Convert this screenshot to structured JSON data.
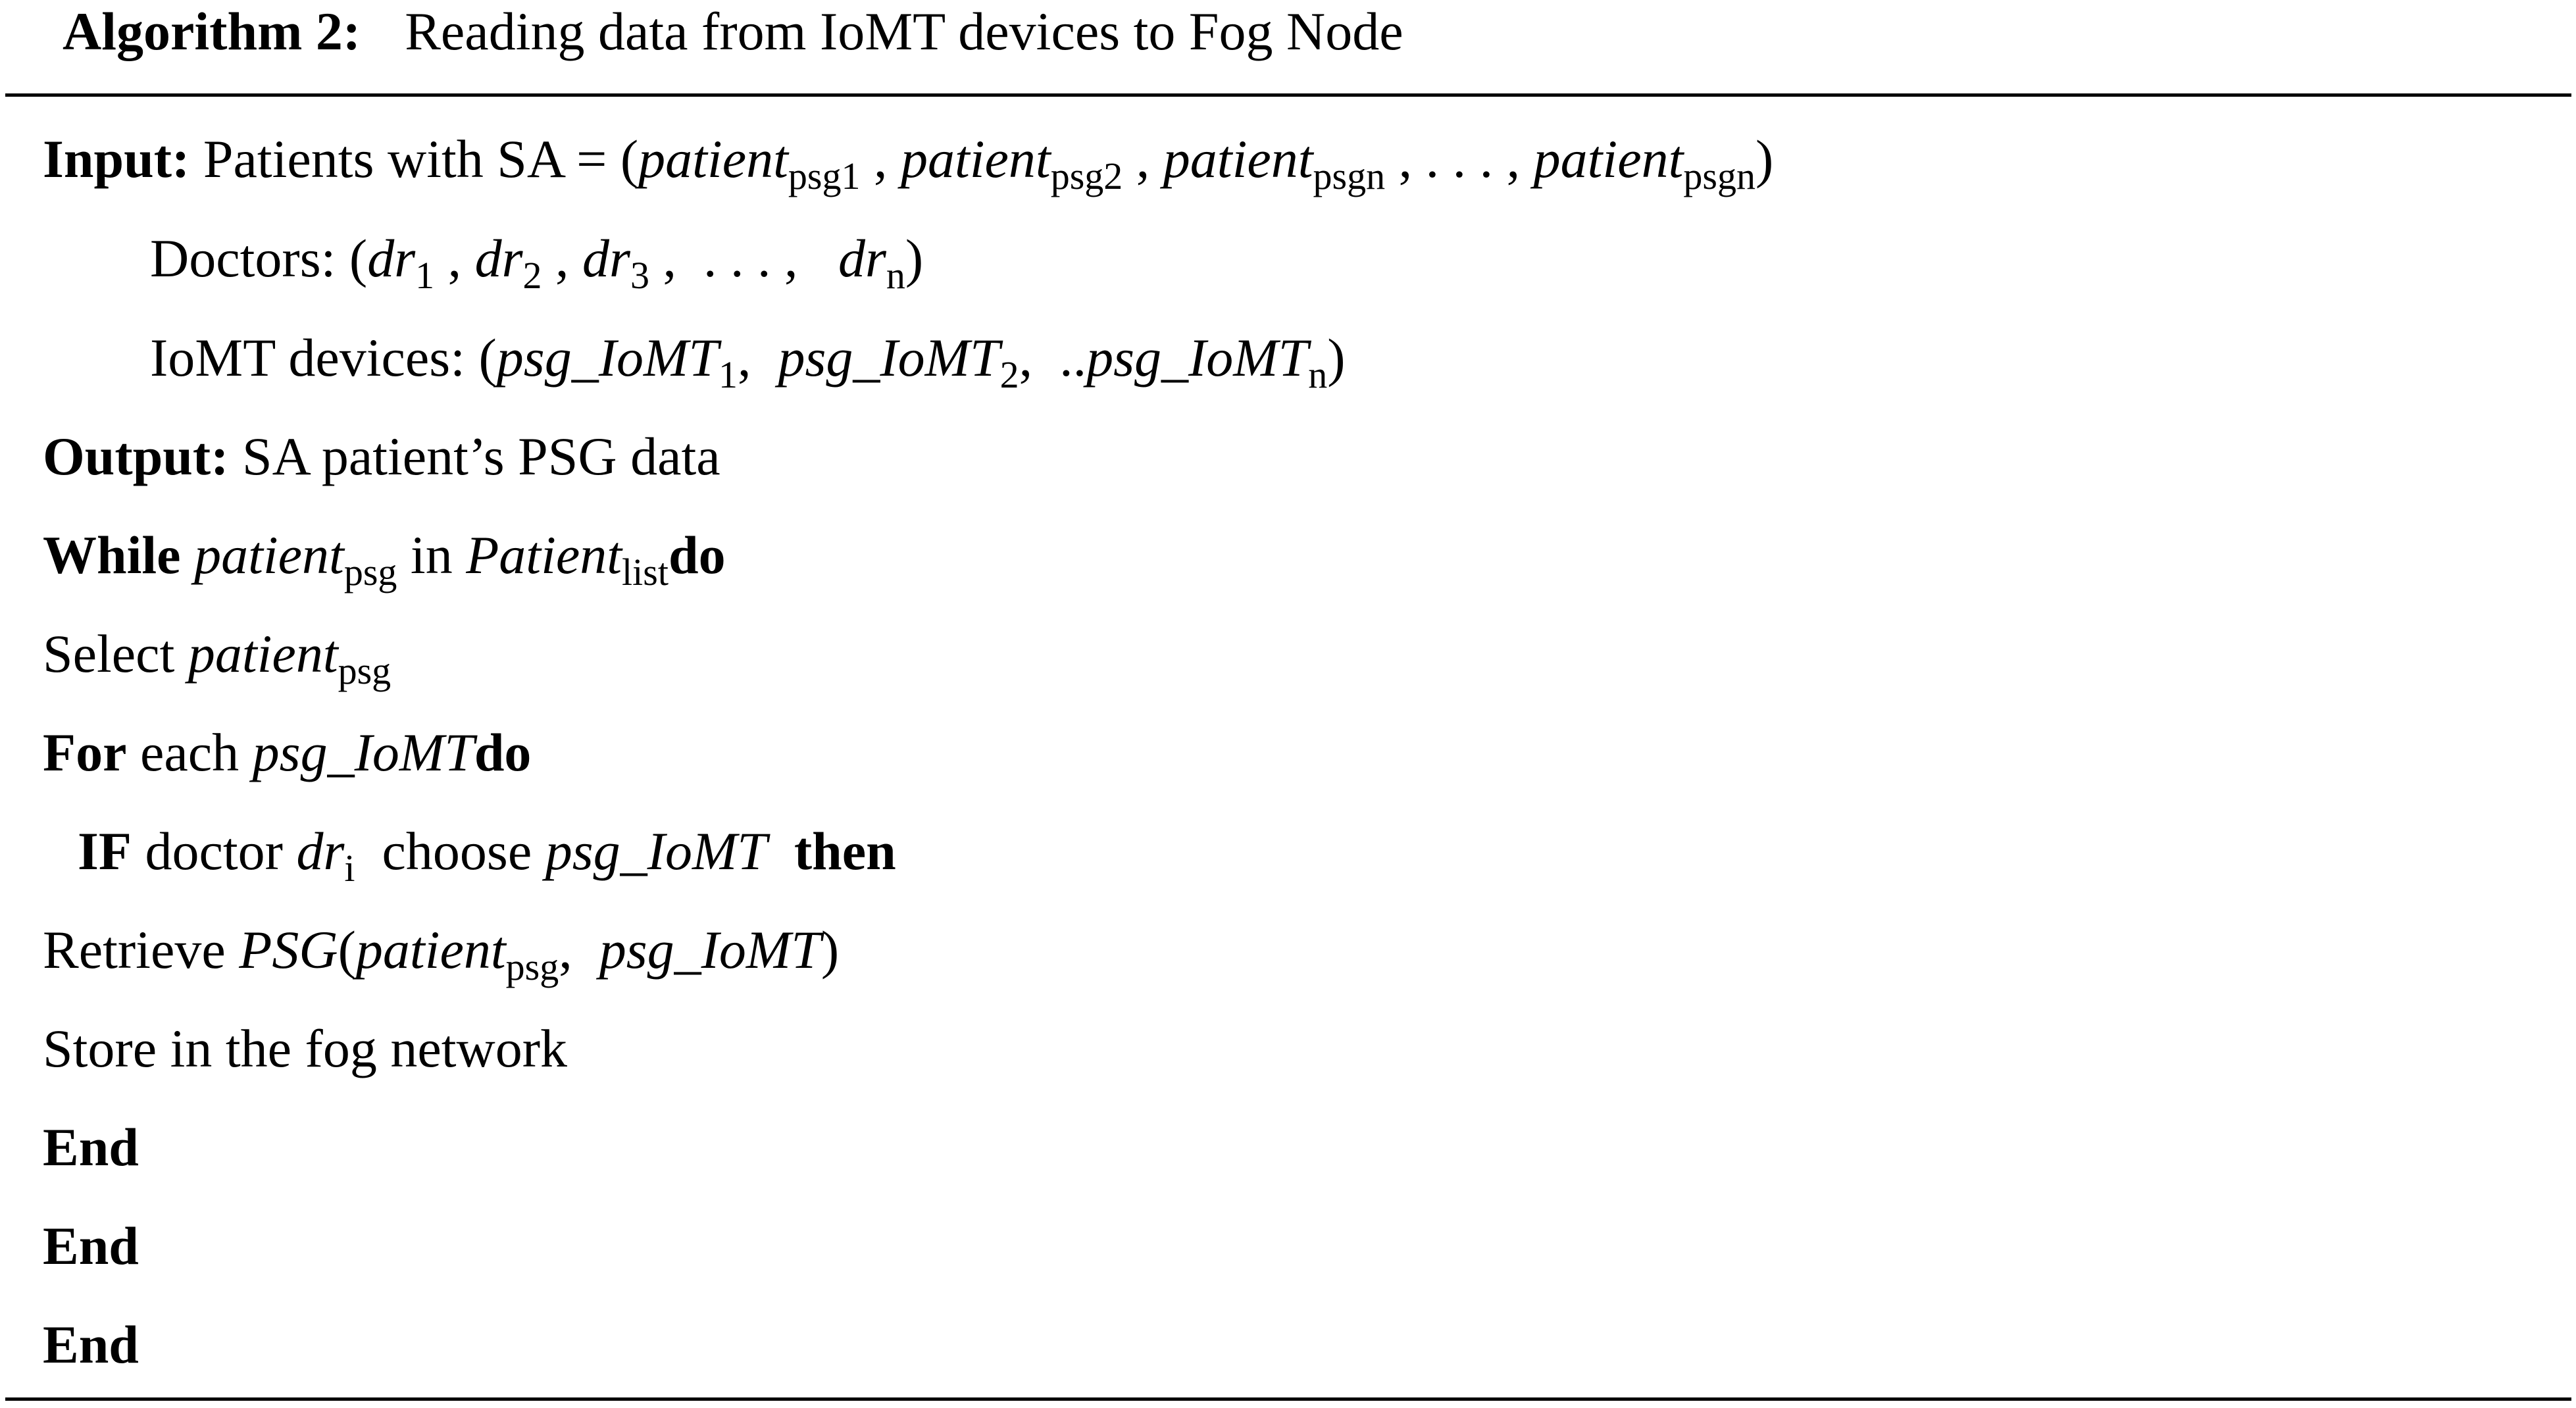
{
  "algorithm": {
    "label": "Algorithm 2:",
    "title": "Reading data from IoMT devices to Fog Node"
  },
  "input": {
    "keyword": "Input:",
    "patients_text": "Patients with SA = (",
    "patient_var": "patient",
    "patient_subs": [
      "psg1",
      "psg2",
      "psgn",
      "psgn"
    ],
    "ellipsis": ", . . . ,",
    "doctors_text": "Doctors: (",
    "doctor_var": "dr",
    "doctor_subs": [
      "1",
      "2",
      "3",
      "n"
    ],
    "devices_text": "IoMT devices: (",
    "device_var": "psg_IoMT",
    "device_subs": [
      "1",
      "2",
      "n"
    ]
  },
  "output": {
    "keyword": "Output:",
    "text": "SA patient’s PSG data"
  },
  "body": {
    "while_kw": "While",
    "while_var": "patient",
    "while_sub": "psg",
    "in_text": "in",
    "list_var": "Patient",
    "list_sub": "list",
    "do_kw": "do",
    "select_text": "Select",
    "select_var": "patient",
    "select_sub": "psg",
    "for_kw": "For",
    "each_text": "each",
    "for_var": "psg_IoMT",
    "if_kw": "IF",
    "doctor_text": "doctor",
    "if_var": "dr",
    "if_sub": "i",
    "choose_text": "choose",
    "then_kw": "then",
    "retrieve_text": "Retrieve",
    "retrieve_fn": "PSG",
    "retrieve_arg1": "patient",
    "retrieve_arg1_sub": "psg",
    "retrieve_arg2": "psg_IoMT",
    "store_text": "Store in the fog network",
    "end_kw": "End"
  }
}
